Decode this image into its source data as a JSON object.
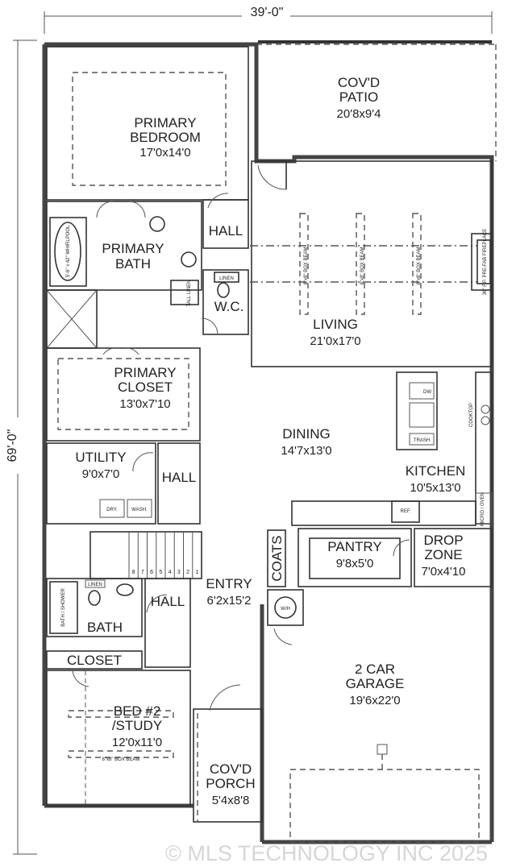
{
  "overall": {
    "width": "39'-0\"",
    "depth": "69'-0\""
  },
  "rooms": {
    "patio": {
      "name1": "COV'D",
      "name2": "PATIO",
      "size": "20'8x9'4"
    },
    "primary_bedroom": {
      "name1": "PRIMARY",
      "name2": "BEDROOM",
      "size": "17'0x14'0"
    },
    "hall_top": {
      "name": "HALL"
    },
    "primary_bath": {
      "name1": "PRIMARY",
      "name2": "BATH"
    },
    "wc": {
      "name": "W.C."
    },
    "living": {
      "name": "LIVING",
      "size": "21'0x17'0"
    },
    "primary_closet": {
      "name1": "PRIMARY",
      "name2": "CLOSET",
      "size": "13'0x7'10"
    },
    "dining": {
      "name": "DINING",
      "size": "14'7x13'0"
    },
    "utility": {
      "name": "UTILITY",
      "size": "9'0x7'0"
    },
    "hall_mid": {
      "name": "HALL"
    },
    "kitchen": {
      "name": "KITCHEN",
      "size": "10'5x13'0"
    },
    "pantry": {
      "name": "PANTRY",
      "size": "9'8x5'0"
    },
    "drop_zone": {
      "name1": "DROP",
      "name2": "ZONE",
      "size": "7'0x4'10"
    },
    "coats": {
      "name": "COATS"
    },
    "entry": {
      "name": "ENTRY",
      "size": "6'2x15'2"
    },
    "hall_low": {
      "name": "HALL"
    },
    "bath": {
      "name": "BATH"
    },
    "closet": {
      "name": "CLOSET"
    },
    "garage": {
      "name1": "2 CAR",
      "name2": "GARAGE",
      "size": "19'6x22'0"
    },
    "bed2": {
      "name1": "BED #2",
      "name2": "/STUDY",
      "size": "12'0x11'0"
    },
    "porch": {
      "name1": "COV'D",
      "name2": "PORCH",
      "size": "5'4x8'8"
    }
  },
  "fixtures": {
    "whirlpool": "5'-6\" x 42\" WHIRLPOOL",
    "tall_linen": "TALL LINEN",
    "linen_wc": "LINEN",
    "linen_bath": "LINEN",
    "fireplace": "36\" F.P. PRE-FAB FIREPLACE",
    "dw": "DW",
    "trash": "TRASH",
    "cooktop": "COOKTOP",
    "ref": "REF.",
    "micro_oven": "MICRO / OVEN",
    "dryer": "DRY.",
    "washer": "WASH.",
    "wh": "W/H",
    "bath_shower": "BATH / SHOWER",
    "box_beam": "8\"x8\" BOX BEAM",
    "beam_label": "8\"x8\" BOX BEAM",
    "stairs": [
      "8",
      "7",
      "6",
      "5",
      "4",
      "3",
      "2",
      "1"
    ]
  },
  "watermark": "© MLS TECHNOLOGY INC 2025"
}
